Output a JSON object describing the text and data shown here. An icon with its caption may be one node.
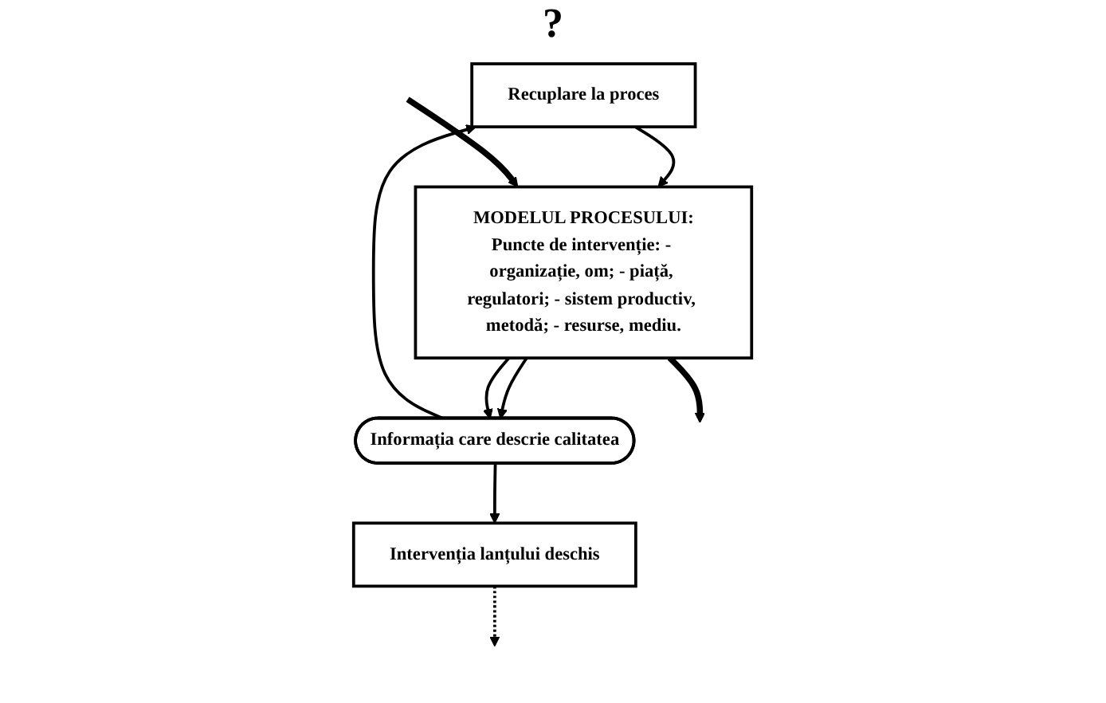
{
  "diagram": {
    "nodes": [
      {
        "text": [
          "Recuplare la proces"
        ]
      },
      {
        "text": [
          "Intervenția lanțului deschis"
        ]
      },
      {
        "text": [
          "Informația care descrie calitatea"
        ]
      },
      {
        "text": [
          "MODELUL PROCESULUI:",
          "Puncte de intervenție: - organizație, om; - piață, regulatori; - sistem productiv, metodă; - resurse, mediu."
        ]
      }
    ],
    "edges": [
      {
        "from": 2,
        "to": 0,
        "arrow": "to"
      },
      {
        "from": 2,
        "to": 1,
        "arrow": "to"
      },
      {
        "from": 0,
        "to": 3,
        "arrow": "to"
      },
      {
        "from": 3,
        "to": 2,
        "arrow": "to"
      },
      {
        "from": 3,
        "to": 2,
        "arrow": "to"
      },
      {
        "from": 1,
        "to": null,
        "arrow": "to",
        "style": "dashed"
      },
      {
        "from": null,
        "to": 3,
        "arrow": "to",
        "style": "thick"
      },
      {
        "from": 3,
        "to": null,
        "arrow": "to",
        "style": "thick"
      }
    ],
    "labels": [
      "?"
    ]
  }
}
